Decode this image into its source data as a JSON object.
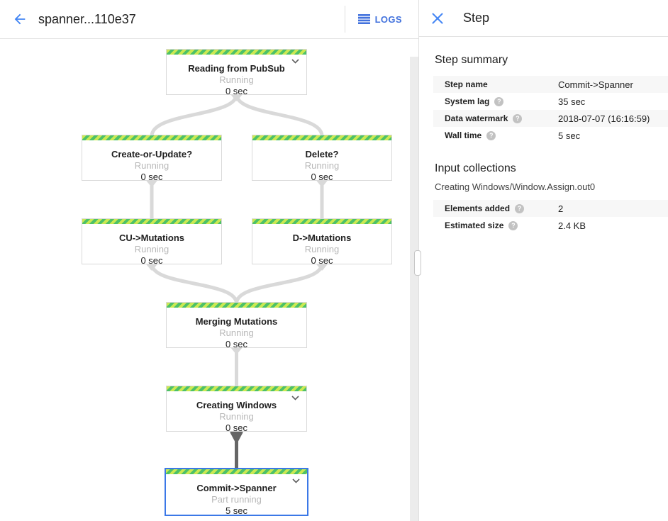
{
  "header": {
    "title": "spanner...110e37",
    "logs_label": "LOGS"
  },
  "panel": {
    "title": "Step",
    "summary_heading": "Step summary",
    "summary_rows": [
      {
        "label": "Step name",
        "value": "Commit->Spanner"
      },
      {
        "label": "System lag",
        "value": "35 sec"
      },
      {
        "label": "Data watermark",
        "value": "2018-07-07 (16:16:59)"
      },
      {
        "label": "Wall time",
        "value": "5 sec"
      }
    ],
    "input_heading": "Input collections",
    "collection_name": "Creating Windows/Window.Assign.out0",
    "collection_rows": [
      {
        "label": "Elements added",
        "value": "2"
      },
      {
        "label": "Estimated size",
        "value": "2.4 KB"
      }
    ]
  },
  "graph": {
    "nodes": [
      {
        "id": "reading-from-pubsub",
        "title": "Reading from PubSub",
        "status": "Running",
        "time": "0 sec"
      },
      {
        "id": "create-or-update",
        "title": "Create-or-Update?",
        "status": "Running",
        "time": "0 sec"
      },
      {
        "id": "delete",
        "title": "Delete?",
        "status": "Running",
        "time": "0 sec"
      },
      {
        "id": "cu-mutations",
        "title": "CU->Mutations",
        "status": "Running",
        "time": "0 sec"
      },
      {
        "id": "d-mutations",
        "title": "D->Mutations",
        "status": "Running",
        "time": "0 sec"
      },
      {
        "id": "merging-mutations",
        "title": "Merging Mutations",
        "status": "Running",
        "time": "0 sec"
      },
      {
        "id": "creating-windows",
        "title": "Creating Windows",
        "status": "Running",
        "time": "0 sec"
      },
      {
        "id": "commit-spanner",
        "title": "Commit->Spanner",
        "status": "Part running",
        "time": "5 sec"
      }
    ]
  },
  "icons": {
    "help": "?"
  },
  "colors": {
    "accent_blue": "#4285f4",
    "logs_blue": "#4272dd",
    "selected_border": "#3b78e7",
    "stripe_lime": "#cbe952",
    "stripe_green": "#4dc168",
    "edge_gray": "#d9d9d9",
    "edge_dark": "#666666",
    "status_gray": "#b8b8b8",
    "row_shade": "#f7f7f7"
  }
}
